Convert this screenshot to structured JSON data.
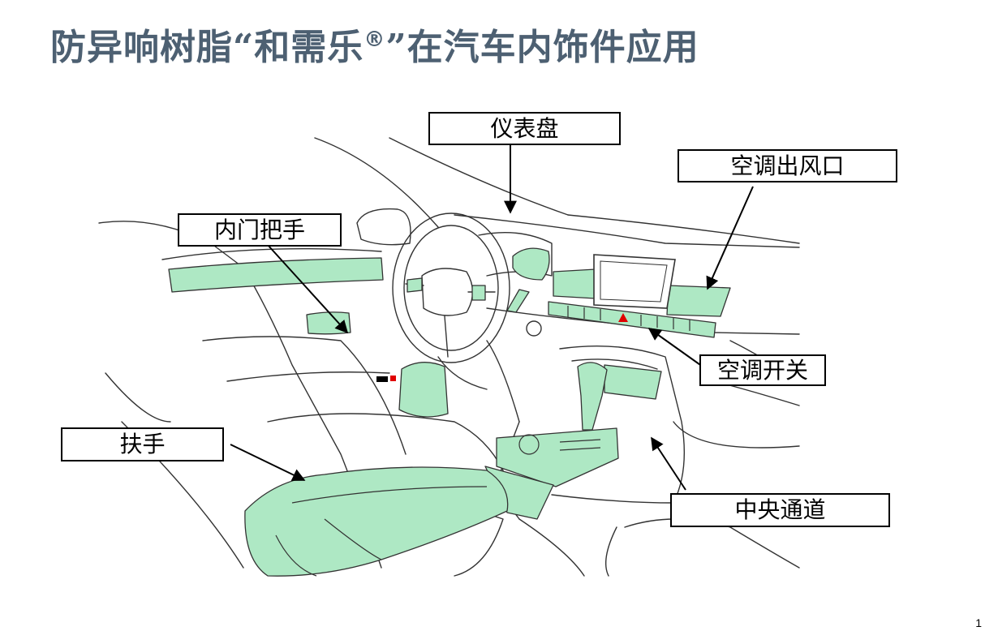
{
  "title": {
    "main": "防异响树脂“和需乐",
    "registered_mark": "®",
    "suffix": "”在汽车内饰件应用"
  },
  "labels": {
    "dashboard": "仪表盘",
    "ac_vent": "空调出风口",
    "inner_door_handle": "内门把手",
    "ac_switch": "空调开关",
    "armrest": "扶手",
    "center_console": "中央通道"
  },
  "page_number": "1",
  "colors": {
    "title": "#4d6072",
    "highlight_fill": "#aee8c4",
    "line": "#333333",
    "marker_red": "#e00000"
  }
}
